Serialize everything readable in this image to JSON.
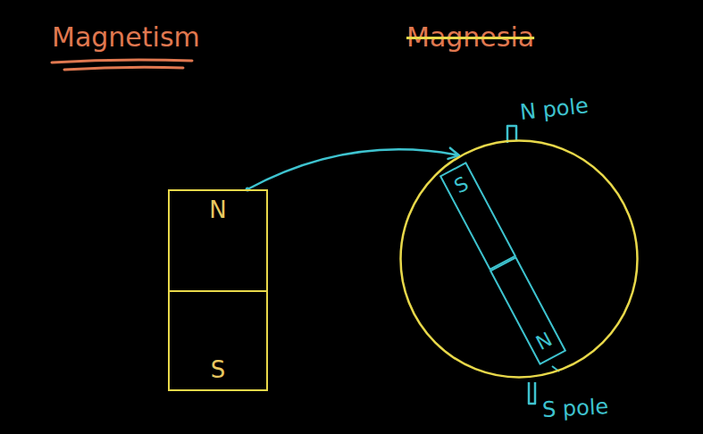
{
  "diagram": {
    "title": "Magnetism",
    "nodes": [
      {
        "text": [
          "N"
        ]
      },
      {
        "text": [
          "S"
        ]
      },
      {
        "text": [
          "N pole",
          "S pole"
        ]
      },
      {
        "text": [
          "S"
        ],
        "in": 2
      },
      {
        "text": [
          "N"
        ],
        "in": 2
      }
    ],
    "edges": [
      {
        "from": 0,
        "to": 2,
        "arrow": "to"
      }
    ],
    "labels": [
      "Magnesia"
    ]
  }
}
